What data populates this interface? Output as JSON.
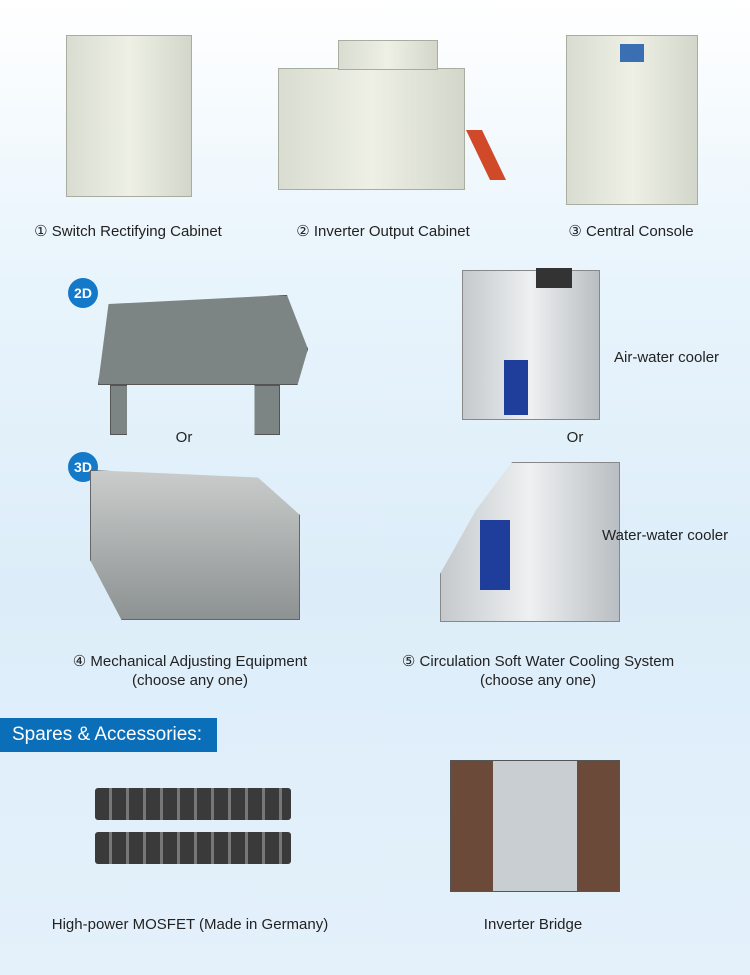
{
  "products": [
    {
      "label": "① Switch Rectifying Cabinet"
    },
    {
      "label": "② Inverter Output Cabinet"
    },
    {
      "label": "③ Central Console"
    }
  ],
  "mechanical": {
    "badge_2d": "2D",
    "badge_3d": "3D",
    "or": "Or",
    "label": "④ Mechanical Adjusting Equipment",
    "note": "(choose any one)"
  },
  "cooling": {
    "air": "Air-water cooler",
    "water": "Water-water cooler",
    "or": "Or",
    "label": "⑤ Circulation Soft Water Cooling System",
    "note": "(choose any one)"
  },
  "spares": {
    "title": "Spares & Accessories:",
    "items": [
      {
        "label": "High-power MOSFET (Made in Germany)"
      },
      {
        "label": "Inverter Bridge"
      }
    ]
  },
  "colors": {
    "accent": "#0a6fb8",
    "badge": "#1479c9"
  }
}
